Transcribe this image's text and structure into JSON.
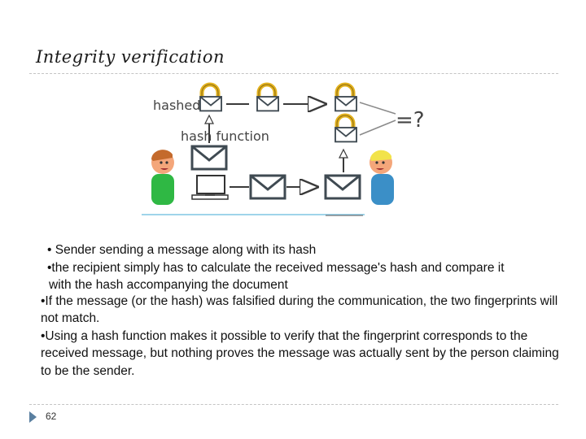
{
  "slide": {
    "title": "Integrity verification",
    "page_number": "62"
  },
  "diagram": {
    "label_hashed": "hashed",
    "label_hash_function": "hash function",
    "label_compare": "=?"
  },
  "bullets": {
    "b1": "• Sender sending a message along with its hash",
    "b2": "•the recipient simply has to calculate the received message's hash and compare it",
    "b2_cont": "with the hash accompanying the document",
    "b3": "•If the message (or the hash) was falsified during the communication, the two fingerprints will not match.",
    "b4": "•Using a hash function makes it possible to verify that the fingerprint corresponds to the received message, but nothing proves the message was actually sent by the person claiming to be the sender."
  },
  "colors": {
    "envelope_stroke": "#3f4a52",
    "lock_gold": "#e3b21e",
    "sender_shirt": "#2fb844",
    "recipient_shirt": "#3b8fc7",
    "arrow": "#3a3a3a"
  },
  "icons": [
    "lock-icon",
    "envelope-icon",
    "computer-icon",
    "person-icon",
    "arrow-icon"
  ]
}
